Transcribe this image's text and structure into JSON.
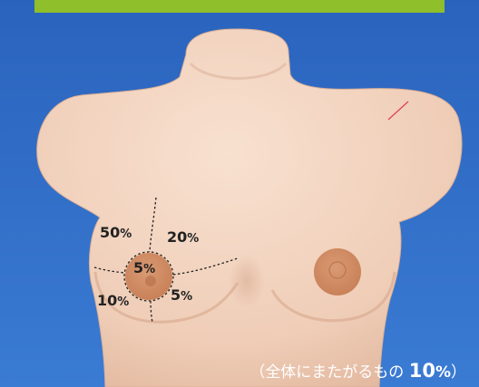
{
  "colors": {
    "background": "#2f6fc7",
    "top_band": "#8fbf2a",
    "skin": "#f1d3bf",
    "areola": "#d4906a"
  },
  "quadrants": {
    "upper_outer": {
      "value": "50",
      "unit": "%"
    },
    "upper_inner": {
      "value": "20",
      "unit": "%"
    },
    "central": {
      "value": "5",
      "unit": "%"
    },
    "lower_outer": {
      "value": "10",
      "unit": "%"
    },
    "lower_inner": {
      "value": "5",
      "unit": "%"
    }
  },
  "caption": {
    "open": "（",
    "text": "全体にまたがるもの",
    "value": "10",
    "unit": "%",
    "close": "）"
  }
}
